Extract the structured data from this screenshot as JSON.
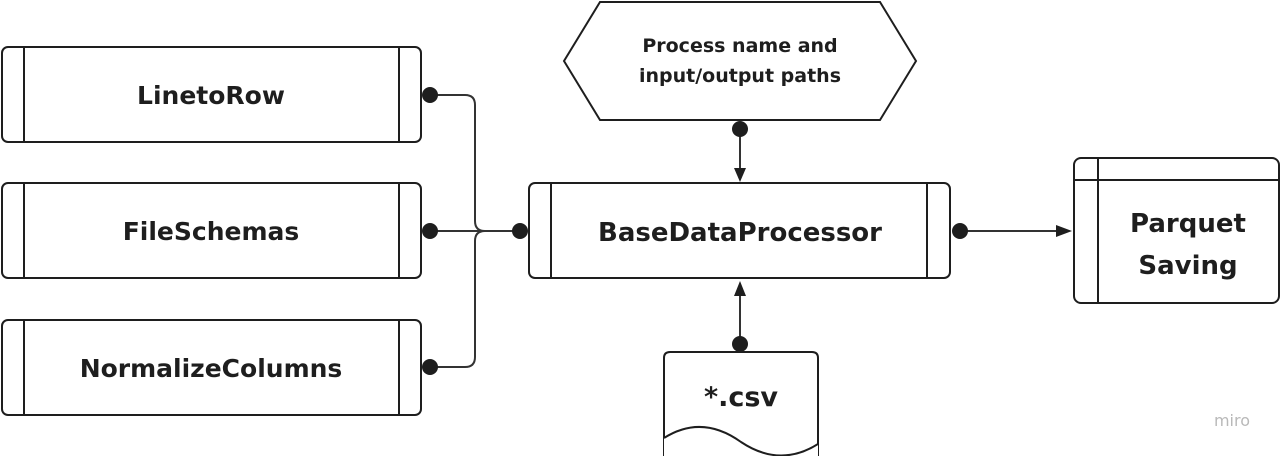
{
  "nodes": {
    "line_to_row": "LinetoRow",
    "file_schemas": "FileSchemas",
    "normalize_columns": "NormalizeColumns",
    "base_data_processor": "BaseDataProcessor",
    "process_params_line1": "Process name and",
    "process_params_line2": "input/output paths",
    "csv_input": "*.csv",
    "parquet_line1": "Parquet",
    "parquet_line2": "Saving"
  },
  "watermark": "miro"
}
